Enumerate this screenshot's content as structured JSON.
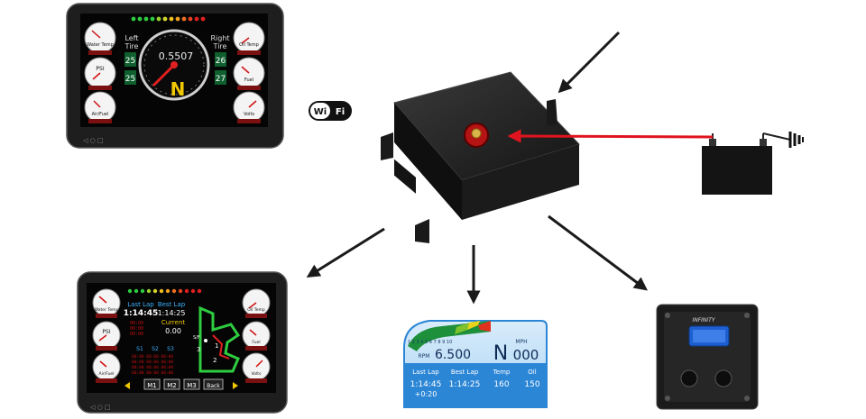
{
  "wifi": {
    "left": "Wi",
    "right": "Fi"
  },
  "tablet_top": {
    "left_gauges": [
      "Water Temp",
      "PSI",
      "Air/Fuel"
    ],
    "right_gauges": [
      "Oil Temp",
      "Fuel",
      "Volts"
    ],
    "left_tire_label": [
      "Left",
      "Tire"
    ],
    "right_tire_label": [
      "Right",
      "Tire"
    ],
    "tire_values_left": [
      "25",
      "25"
    ],
    "tire_values_right": [
      "26",
      "27"
    ],
    "rpm_reading": "0.5507",
    "gear": "N"
  },
  "tablet_bottom": {
    "left_gauges": [
      "Water Temp",
      "PSI",
      "Air/Fuel"
    ],
    "right_gauges": [
      "Oil Temp",
      "Fuel",
      "Volts"
    ],
    "last_lap_label": "Last Lap",
    "best_lap_label": "Best Lap",
    "last_lap_value": "1:14:45",
    "best_lap_value": "1:14:25",
    "current_label": "Current",
    "current_value": "0.00",
    "sector_labels": [
      "S1",
      "S2",
      "S3"
    ],
    "buttons": [
      "M1",
      "M2",
      "M3",
      "Back"
    ],
    "track_marker": "S/F"
  },
  "dash": {
    "rpm_label": "RPM",
    "rpm_value": "6.500",
    "gear": "N",
    "speed_unit": "MPH",
    "speed_value": "000",
    "scale": [
      "1",
      "2",
      "3",
      "4",
      "5",
      "6",
      "7",
      "8",
      "9",
      "10"
    ],
    "cols": [
      {
        "label": "Last Lap",
        "value": "1:14:45",
        "sub": "+0:20"
      },
      {
        "label": "Best Lap",
        "value": "1:14:25",
        "sub": ""
      },
      {
        "label": "Temp",
        "value": "160",
        "sub": ""
      },
      {
        "label": "Oil",
        "value": "150",
        "sub": ""
      }
    ]
  },
  "ecu": {
    "brand": "INFINITY"
  },
  "colors": {
    "arrow": "#1a1a1a",
    "power_arrow": "#e0141e",
    "dash_blue": "#2c86d6"
  }
}
